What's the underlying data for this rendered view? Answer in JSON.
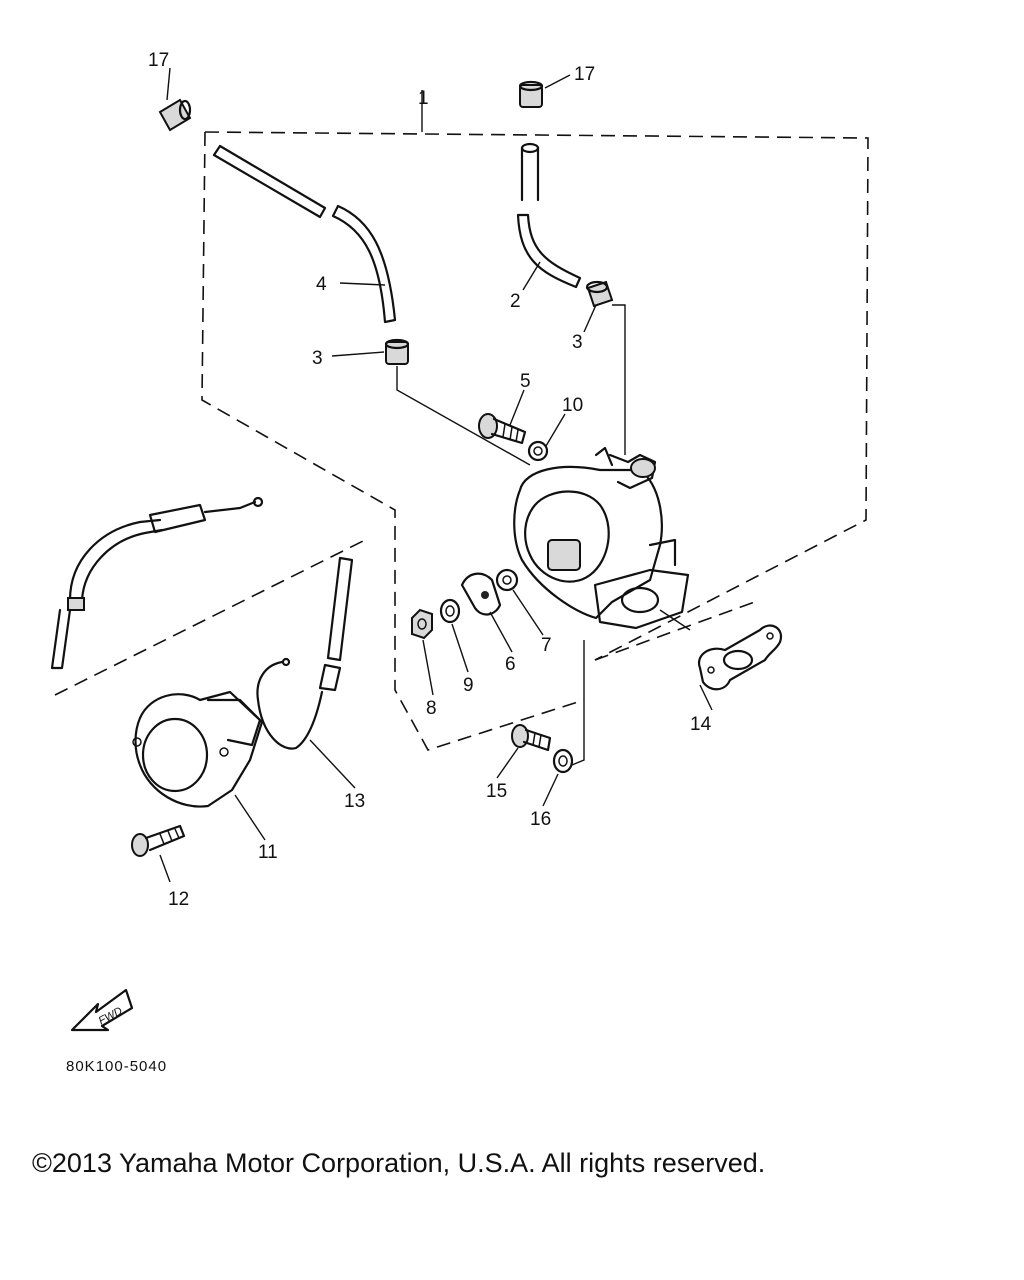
{
  "diagram": {
    "callouts": [
      "17",
      "17",
      "1",
      "4",
      "2",
      "3",
      "3",
      "5",
      "10",
      "6",
      "7",
      "8",
      "9",
      "14",
      "13",
      "11",
      "12",
      "15",
      "16"
    ],
    "fwd_label": "FWD",
    "diagram_code": "80K100-5040"
  },
  "footer": {
    "copyright": "©2013 Yamaha Motor Corporation, U.S.A. All rights reserved."
  }
}
